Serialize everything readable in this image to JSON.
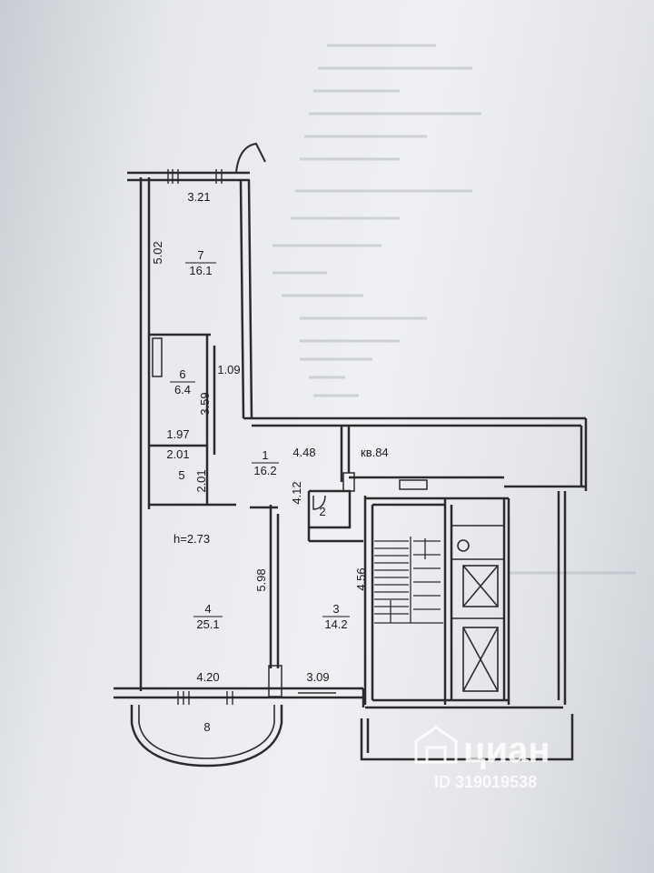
{
  "plan": {
    "apartment_label": "кв.84",
    "ceiling_height": "h=2.73",
    "rooms": [
      {
        "number": "1",
        "area": "16.2"
      },
      {
        "number": "2",
        "area": ""
      },
      {
        "number": "3",
        "area": "14.2"
      },
      {
        "number": "4",
        "area": "25.1"
      },
      {
        "number": "5",
        "area": ""
      },
      {
        "number": "6",
        "area": "6.4"
      },
      {
        "number": "7",
        "area": "16.1"
      },
      {
        "number": "8",
        "area": ""
      }
    ],
    "dimensions": {
      "d_321": "3.21",
      "d_502": "5.02",
      "d_109": "1.09",
      "d_359": "3.59",
      "d_197": "1.97",
      "d_201a": "2.01",
      "d_201b": "2.01",
      "d_448": "4.48",
      "d_412": "4.12",
      "d_598": "5.98",
      "d_456": "4.56",
      "d_420": "4.20",
      "d_309": "3.09"
    }
  },
  "watermark": {
    "brand": "циан",
    "id": "ID 319019538"
  },
  "colors": {
    "wall": "#2b2b2b",
    "paper": "#eceef1",
    "watermark": "#ffffff"
  }
}
